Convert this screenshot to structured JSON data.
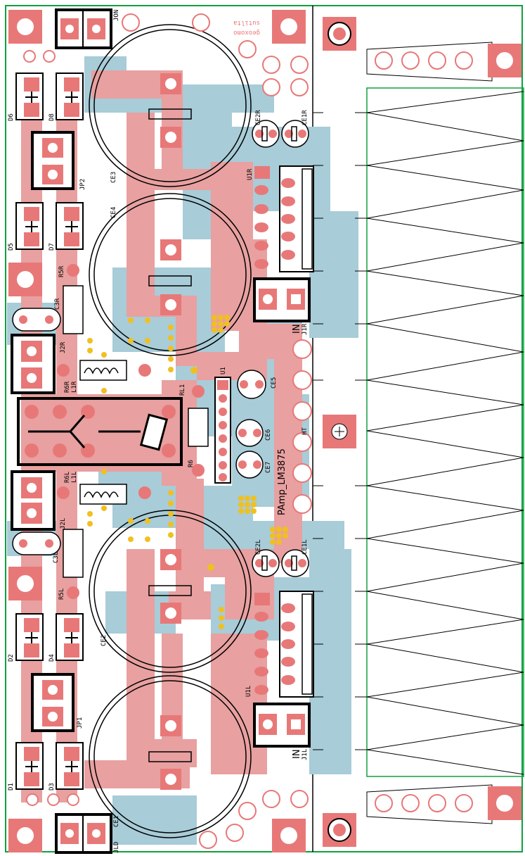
{
  "board": {
    "title": "PAmp_LM3875",
    "mirror_text_1": "sutilta",
    "mirror_text_2": "geoxomo",
    "center_label": "HT",
    "colors": {
      "copper": "#e8a0a0",
      "pad": "#e87878",
      "bottom_copper": "#a8ccd8",
      "via": "#f0c020",
      "silkscreen": "#000000",
      "outline": "#10a040"
    }
  },
  "labels": {
    "jon": "JON",
    "jld": "JLD",
    "d6": "D6",
    "d8": "D8",
    "d5": "D5",
    "d7": "D7",
    "d2": "D2",
    "d4": "D4",
    "d1": "D1",
    "d3": "D3",
    "jp2": "JP2",
    "jp1": "JP1",
    "ce3": "CE3",
    "ce4": "CE4",
    "ce2": "CE2",
    "ce1": "CE1",
    "ce2r": "CE2R",
    "ce1r": "CE1R",
    "ce2l": "CE2L",
    "ce1l": "CE1L",
    "u1r": "U1R",
    "u1l": "U1L",
    "u1": "U1",
    "j1r": "J1R",
    "j1l": "J1L",
    "in": "IN",
    "r5r": "R5R",
    "r5l": "R5L",
    "c3r": "C3R",
    "c3l": "C3L",
    "j2r": "J2R",
    "j2l": "J2L",
    "r6r": "R6R",
    "l1r": "L1R",
    "r6l": "R6L",
    "l1l": "L1L",
    "rl1": "RL1",
    "r6": "R6",
    "ce5": "CE5",
    "ce6": "CE6",
    "ce7": "CE7"
  }
}
